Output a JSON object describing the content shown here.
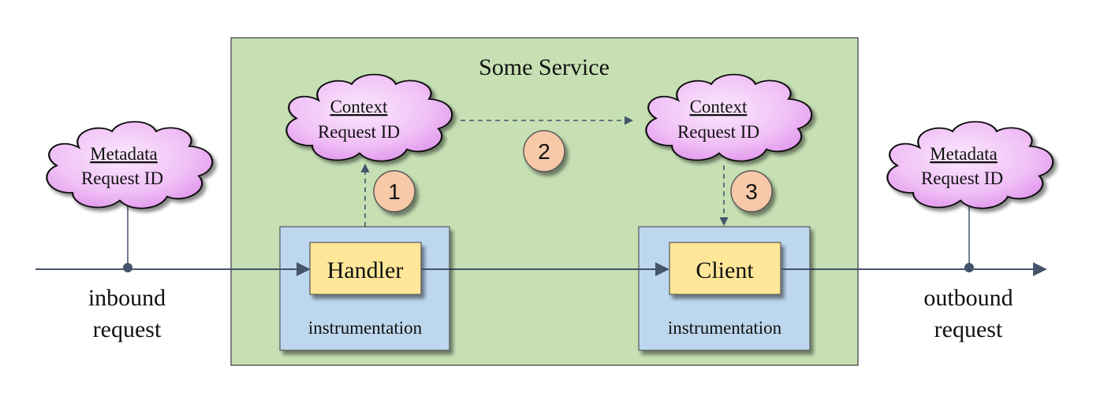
{
  "service": {
    "title": "Some Service"
  },
  "clouds": {
    "inbound_metadata": {
      "heading": "Metadata",
      "value": "Request ID"
    },
    "handler_context": {
      "heading": "Context",
      "value": "Request ID"
    },
    "client_context": {
      "heading": "Context",
      "value": "Request ID"
    },
    "outbound_metadata": {
      "heading": "Metadata",
      "value": "Request ID"
    }
  },
  "boxes": {
    "handler": {
      "label": "Handler",
      "caption": "instrumentation"
    },
    "client": {
      "label": "Client",
      "caption": "instrumentation"
    }
  },
  "steps": [
    "1",
    "2",
    "3"
  ],
  "endpoints": {
    "inbound": {
      "line1": "inbound",
      "line2": "request"
    },
    "outbound": {
      "line1": "outbound",
      "line2": "request"
    }
  },
  "colors": {
    "service_bg": "#c6e0b4",
    "instrumentation_bg": "#bdd7ee",
    "box_bg": "#ffe699",
    "cloud_fill": "#e9aaf2",
    "step_fill": "#f7c9a8",
    "line": "#44546a"
  }
}
